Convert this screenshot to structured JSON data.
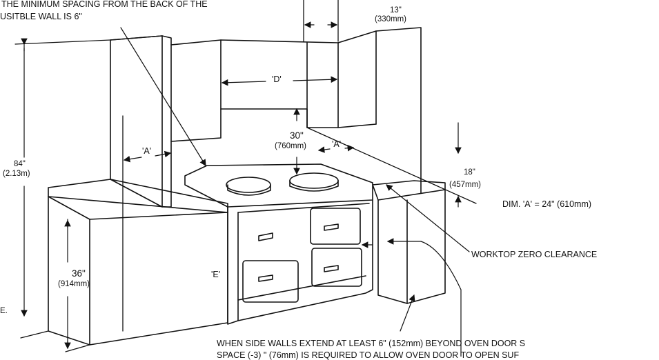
{
  "header_note": {
    "line1": "THE MINIMUM SPACING FROM THE BACK OF THE",
    "line2": "USITBLE WALL IS 6\""
  },
  "dims": {
    "side_13_in": "13\"",
    "side_13_mm": "(330mm)",
    "label_d": "'D'",
    "height_84_in": "84\"",
    "height_84_m": "(2.13m)",
    "label_a_left": "'A'",
    "label_a_center": "'A'",
    "gap_30_in": "30\"",
    "gap_30_mm": "(760mm)",
    "depth_18_in": "18\"",
    "depth_18_mm": "(457mm)",
    "dim_a_note": "DIM. 'A' = 24\" (610mm)",
    "label_e": "'E'",
    "height_36_in": "36\"",
    "height_36_mm": "(914mm)",
    "left_edge_fragment": "E."
  },
  "notes": {
    "worktop": "WORKTOP ZERO CLEARANCE",
    "side_walls_line1": "WHEN SIDE WALLS EXTEND AT LEAST 6\" (152mm) BEYOND OVEN DOOR S",
    "side_walls_line2": "SPACE (-3) \" (76mm) IS REQUIRED TO ALLOW OVEN DOOR TO OPEN SUF"
  }
}
